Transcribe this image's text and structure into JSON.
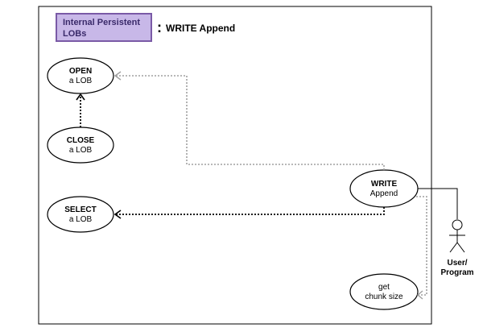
{
  "header": {
    "tab_line1": "Internal Persistent",
    "tab_line2": "LOBs",
    "colon": ":",
    "title": "WRITE Append"
  },
  "use_cases": {
    "open": {
      "line1": "OPEN",
      "line2": "a LOB"
    },
    "close": {
      "line1": "CLOSE",
      "line2": "a LOB"
    },
    "select": {
      "line1": "SELECT",
      "line2": "a LOB"
    },
    "write": {
      "line1": "WRITE",
      "line2": "Append"
    },
    "chunk": {
      "line1": "get",
      "line2": "chunk size"
    }
  },
  "actor": {
    "line1": "User/",
    "line2": "Program"
  },
  "colors": {
    "tab_fill": "#c8b8e8",
    "tab_border": "#7a5aa6",
    "tab_text": "#3a2a6a",
    "gray_link": "#a0a0a0"
  }
}
